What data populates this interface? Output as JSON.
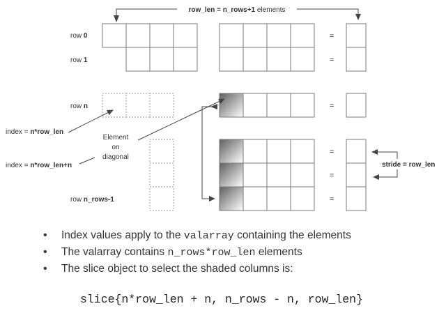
{
  "top_label": {
    "prefix": "row_len = n_rows+1",
    "suffix": " elements"
  },
  "row_labels": {
    "row0": {
      "prefix": "row ",
      "bold": "0"
    },
    "row1": {
      "prefix": "row ",
      "bold": "1"
    },
    "rown": {
      "prefix": "row ",
      "bold": "n"
    },
    "rowlast": {
      "prefix": "row ",
      "bold": "n_rows-1"
    }
  },
  "equals": "=",
  "index1": {
    "prefix": "index = ",
    "bold": "n*row_len"
  },
  "index2": {
    "prefix": "index = ",
    "bold": "n*row_len+n"
  },
  "element_label": [
    "Element",
    "on",
    "diagonal"
  ],
  "stride_label": "stride = row_len",
  "bullets": [
    {
      "text_before": "Index values apply to the ",
      "code": "valarray",
      "text_after": " containing the elements"
    },
    {
      "text_before": "The valarray contains ",
      "code": "n_rows*row_len",
      "text_after": " elements"
    },
    {
      "text_before": "The slice object  to select the shaded columns is:",
      "code": "",
      "text_after": ""
    }
  ],
  "code_line": "slice{n*row_len + n, n_rows - n, row_len}",
  "colors": {
    "grid": "#7a7a7a",
    "dashed": "#9a9a9a",
    "shade_dark": "#666666",
    "shade_light": "#ffffff"
  },
  "bullet_glyph": "•"
}
